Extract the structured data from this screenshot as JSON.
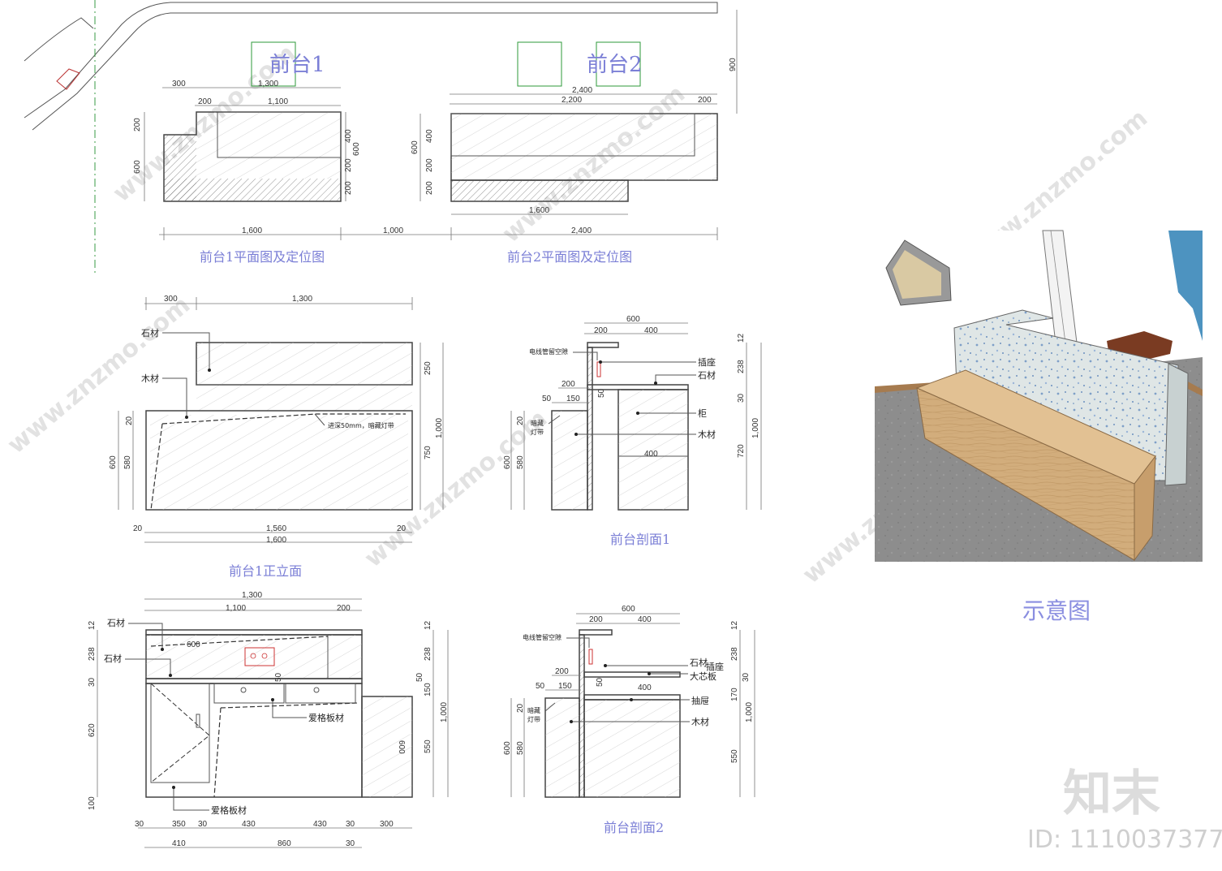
{
  "plan": {
    "title1": "前台1",
    "title2": "前台2",
    "caption1": "前台1平面图及定位图",
    "caption2": "前台2平面图及定位图",
    "dims1_top": [
      "300",
      "1,300"
    ],
    "dims1_mid": [
      "200",
      "1,100"
    ],
    "dims1_left": [
      "200",
      "600"
    ],
    "dims1_right": [
      "400",
      "600",
      "200",
      "200"
    ],
    "dims2_top": [
      "2,400"
    ],
    "dims2_mid": [
      "2,200",
      "200"
    ],
    "dims2_left": [
      "600",
      "400",
      "200",
      "200"
    ],
    "dims2_base": "1,600",
    "overall": [
      "1,600",
      "1,000",
      "2,400"
    ],
    "side_dim": "900"
  },
  "elev1": {
    "caption": "前台1正立面",
    "top_dims": [
      "300",
      "1,300"
    ],
    "label_stone": "石材",
    "label_wood": "木材",
    "note": "进深50mm，暗藏灯带",
    "left_dims": [
      "20",
      "600",
      "580"
    ],
    "right_dims": [
      "250",
      "750",
      "1,000"
    ],
    "bottom_dims": [
      "20",
      "1,560",
      "20",
      "1,600"
    ]
  },
  "sect1": {
    "caption": "前台剖面1",
    "top_dims": [
      "600",
      "200",
      "400"
    ],
    "inner_dims": [
      "200",
      "50",
      "150",
      "50"
    ],
    "mid_dim": "400",
    "left_dims": [
      "20",
      "600",
      "580"
    ],
    "right_dims": [
      "12",
      "238",
      "30",
      "720",
      "1,000"
    ],
    "labels": [
      "电线管留空隙",
      "插座",
      "石材",
      "柜",
      "木材",
      "暗藏",
      "灯带"
    ]
  },
  "elev2": {
    "top_dims": [
      "1,300",
      "1,100",
      "200"
    ],
    "inner_dim": "600",
    "labels": [
      "石材",
      "石材",
      "爱格板材",
      "爱格板材"
    ],
    "left_dims": [
      "12",
      "238",
      "30",
      "620",
      "100"
    ],
    "right_dims": [
      "12",
      "238",
      "50",
      "150",
      "550",
      "1,000"
    ],
    "panel_dim": "600",
    "inner_small": "50",
    "bottom1": [
      "30",
      "350",
      "30",
      "430",
      "430",
      "30",
      "300"
    ],
    "bottom2": [
      "410",
      "860",
      "30"
    ]
  },
  "sect2": {
    "caption": "前台剖面2",
    "top_dims": [
      "600",
      "200",
      "400"
    ],
    "inner_dims": [
      "200",
      "50",
      "150",
      "50"
    ],
    "mid_dim": "400",
    "left_dims": [
      "20",
      "600",
      "580"
    ],
    "right_dims": [
      "12",
      "238",
      "30",
      "170",
      "550",
      "1,000"
    ],
    "labels": [
      "电线管留空隙",
      "石材",
      "插座",
      "大芯板",
      "抽屉",
      "木材",
      "暗藏",
      "灯带"
    ]
  },
  "render": {
    "caption": "示意图"
  },
  "watermark": {
    "site": "www.znzmo.com",
    "brand": "知末",
    "id": "ID: 1110037377"
  }
}
